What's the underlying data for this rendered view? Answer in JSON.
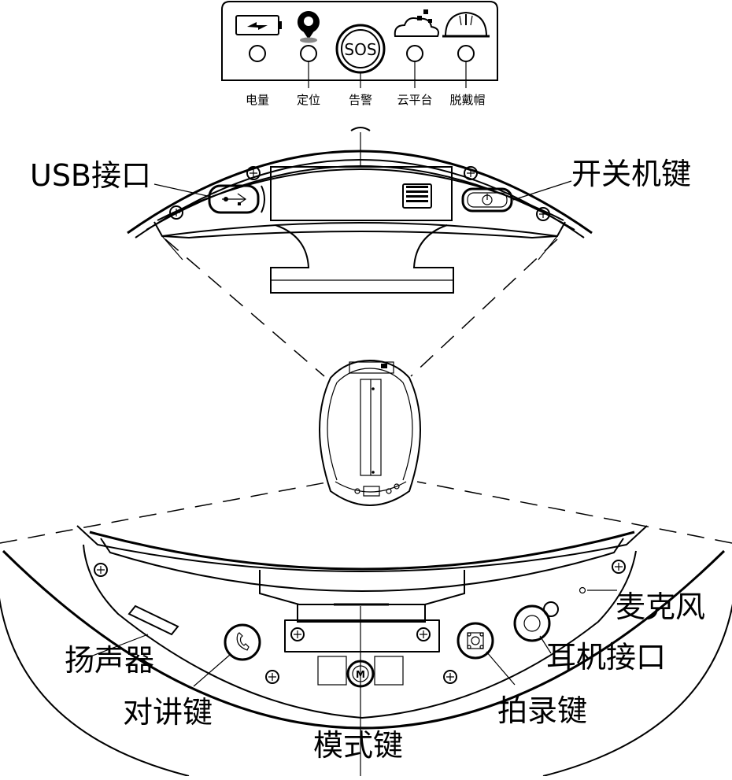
{
  "panel_labels": {
    "battery": "电量",
    "locate": "定位",
    "alarm": "告警",
    "cloud": "云平台",
    "helmet_off": "脱戴帽",
    "sos_button": "SOS"
  },
  "callouts": {
    "usb": "USB接口",
    "power_key": "开关机键",
    "microphone": "麦克风",
    "speaker": "扬声器",
    "earphone": "耳机接口",
    "talk_key": "对讲键",
    "record_key": "拍录键",
    "mode_key": "模式键",
    "mode_button": "M"
  }
}
